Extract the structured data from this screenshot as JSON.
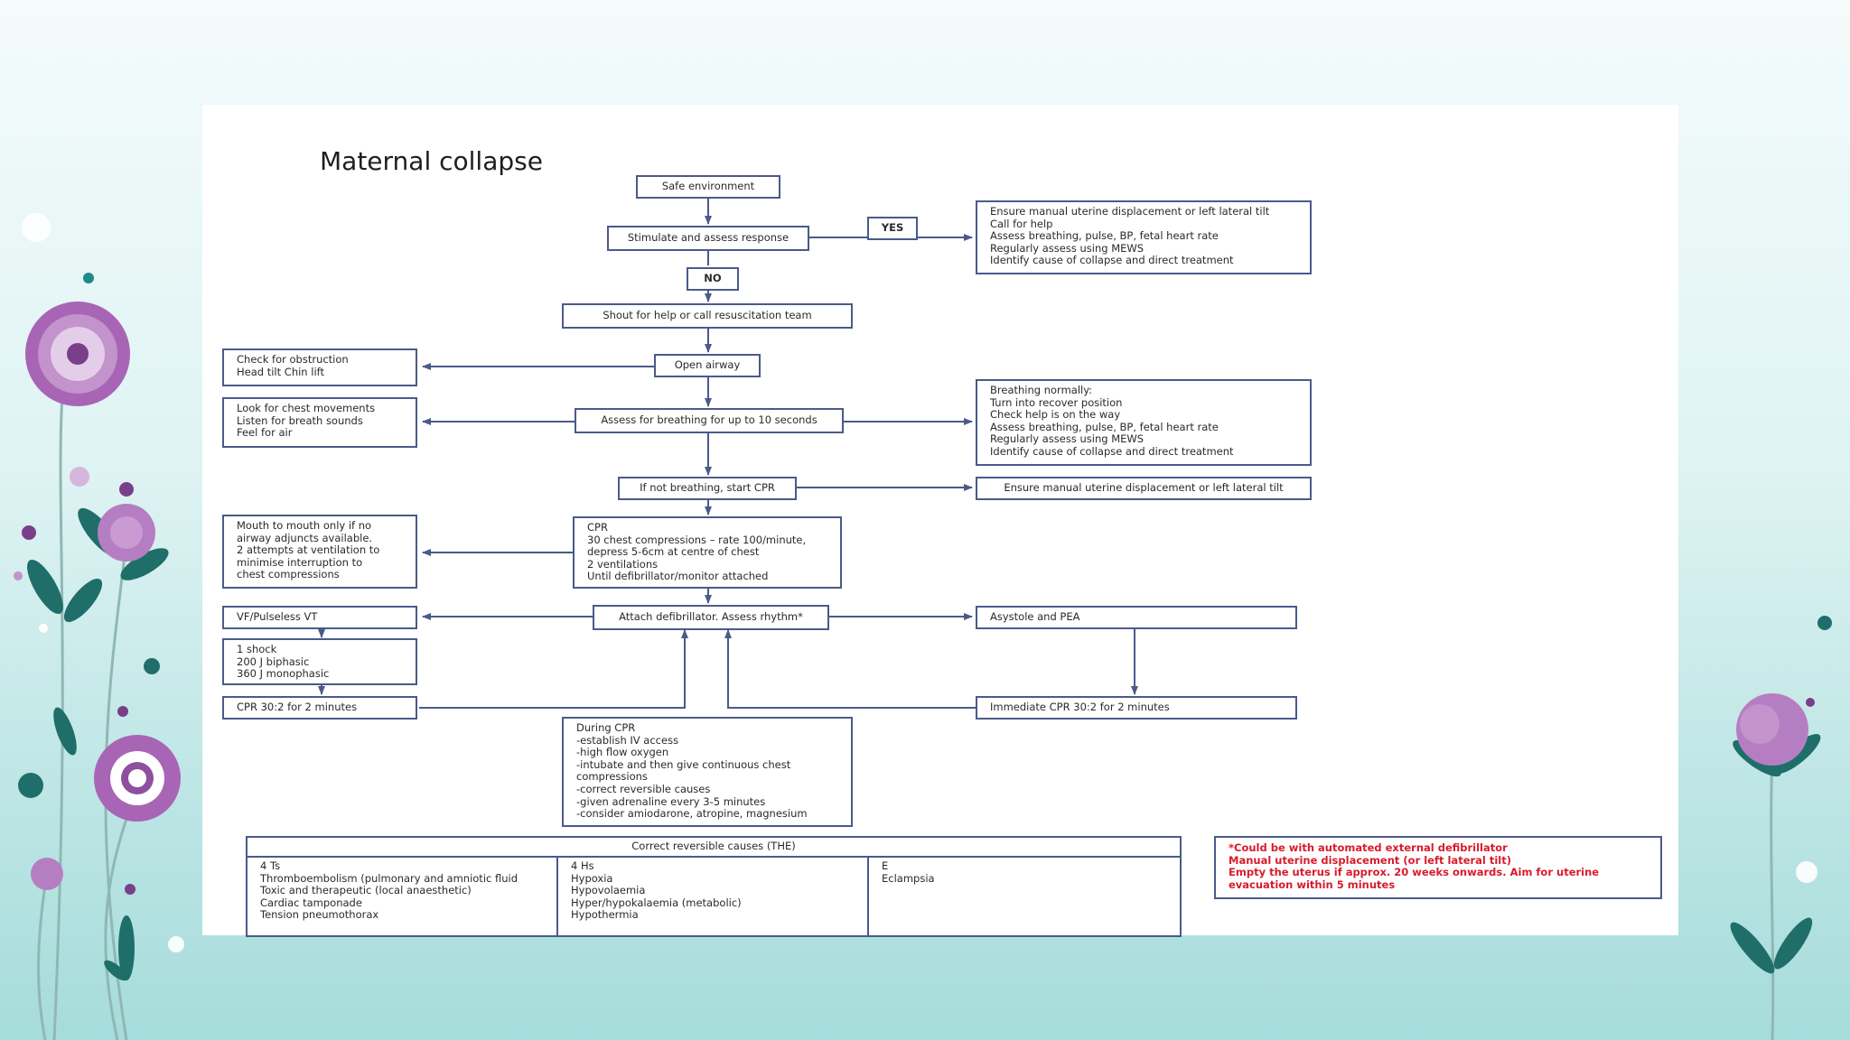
{
  "title": "Maternal collapse",
  "flow": {
    "safe": "Safe environment",
    "stimulate": "Stimulate and assess response",
    "yes": "YES",
    "no": "NO",
    "yes_actions": [
      "Ensure manual uterine displacement or left lateral tilt",
      "Call for help",
      "Assess breathing, pulse, BP, fetal heart rate",
      "Regularly assess using MEWS",
      "Identify cause of collapse and direct treatment"
    ],
    "shout": "Shout for help or call resuscitation team",
    "open_airway": "Open airway",
    "obstruction": [
      "Check for obstruction",
      "Head tilt Chin lift"
    ],
    "assess_breathing": "Assess for breathing for up to 10 seconds",
    "look_listen": [
      "Look for chest movements",
      "Listen for breath sounds",
      "Feel for air"
    ],
    "breathing_normally": [
      "Breathing normally:",
      "Turn into recover position",
      "Check help is on the way",
      "Assess breathing, pulse, BP, fetal heart rate",
      "Regularly assess using MEWS",
      "Identify cause of collapse and direct treatment"
    ],
    "not_breathing": "If not breathing, start CPR",
    "ensure_tilt": "Ensure manual uterine displacement or left lateral tilt",
    "cpr": [
      "CPR",
      "30 chest compressions – rate 100/minute,",
      "depress 5-6cm at centre of chest",
      "2 ventilations",
      "Until defibrillator/monitor attached"
    ],
    "mouth": [
      "Mouth to mouth only if no",
      "airway adjuncts available.",
      "2 attempts at ventilation to",
      "minimise interruption to",
      "chest compressions"
    ],
    "attach": "Attach defibrillator. Assess rhythm*",
    "vf": "VF/Pulseless VT",
    "shock": [
      "1 shock",
      "200 J biphasic",
      "360 J monophasic"
    ],
    "cpr_left": "CPR 30:2 for 2 minutes",
    "asystole": "Asystole and PEA",
    "cpr_right": "Immediate CPR 30:2 for 2 minutes",
    "during": [
      "During CPR",
      "-establish IV access",
      "-high flow oxygen",
      "-intubate and then give continuous chest",
      "compressions",
      "-correct reversible causes",
      "-given adrenaline every 3-5 minutes",
      "-consider amiodarone, atropine, magnesium"
    ]
  },
  "causes": {
    "header": "Correct reversible causes (THE)",
    "t": [
      "4 Ts",
      "Thromboembolism (pulmonary and amniotic fluid",
      "Toxic and therapeutic (local anaesthetic)",
      "Cardiac tamponade",
      "Tension pneumothorax"
    ],
    "h": [
      "4 Hs",
      "Hypoxia",
      "Hypovolaemia",
      "Hyper/hypokalaemia (metabolic)",
      "Hypothermia"
    ],
    "e": [
      "E",
      "Eclampsia"
    ]
  },
  "note": [
    "*Could be with automated external defibrillator",
    "Manual uterine displacement (or left lateral tilt)",
    "Empty the uterus if approx. 20 weeks onwards. Aim for uterine",
    "evacuation within 5 minutes"
  ],
  "colors": {
    "line": "#4a5a8a",
    "note": "#d81b2c",
    "flower": "#a865b5",
    "leaf": "#1f6e6a"
  }
}
